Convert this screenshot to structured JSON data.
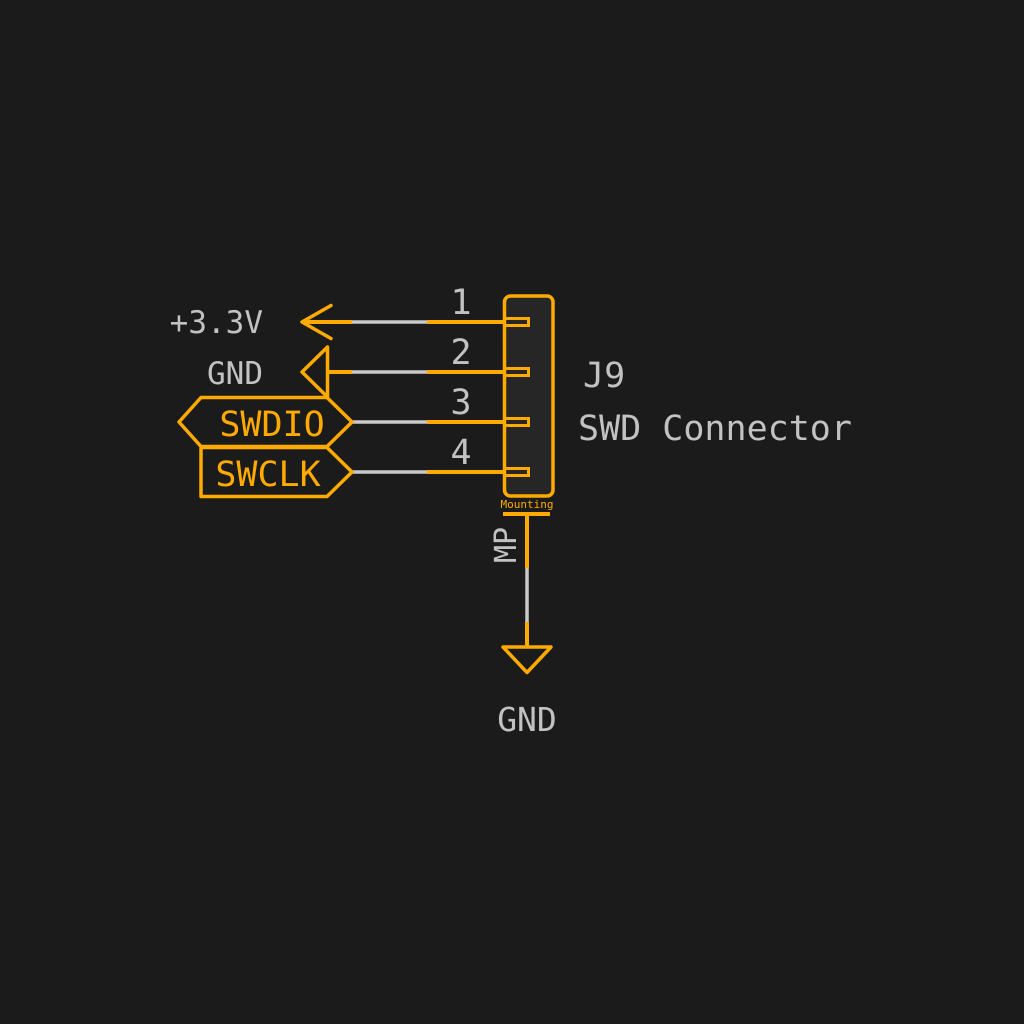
{
  "schematic": {
    "component": {
      "reference": "J9",
      "value": "SWD Connector",
      "mounting_pin_name": "Mounting",
      "mounting_pin_designator": "MP"
    },
    "pins": [
      {
        "number": "1",
        "net": "+3.3V"
      },
      {
        "number": "2",
        "net": "GND"
      },
      {
        "number": "3",
        "net": "SWDIO"
      },
      {
        "number": "4",
        "net": "SWCLK"
      }
    ],
    "ground_symbol_label": "GND",
    "colors": {
      "background": "#1b1b1b",
      "symbol_outline": "#ffaa00",
      "symbol_fill": "#262626",
      "wire": "#c9c9c9",
      "text": "#c2c2c2"
    }
  }
}
